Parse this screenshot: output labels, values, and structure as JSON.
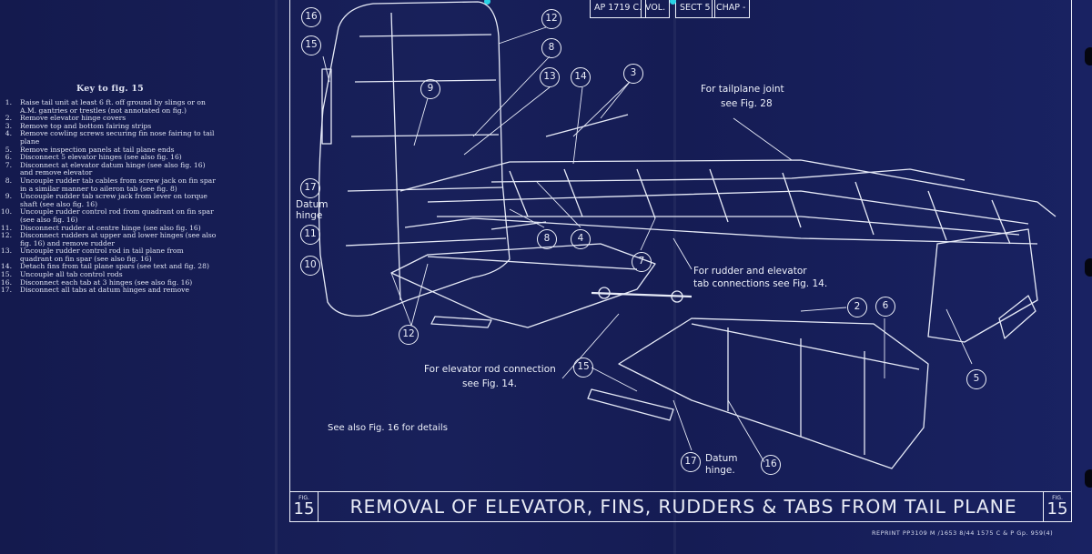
{
  "key": {
    "title": "Key to fig. 15",
    "items": [
      {
        "num": "1.",
        "text": "Raise tail unit at least 6 ft. off ground by slings or on A.M. gantries or trestles (not annotated on fig.)"
      },
      {
        "num": "2.",
        "text": "Remove elevator hinge covers"
      },
      {
        "num": "3.",
        "text": "Remove top and bottom fairing strips"
      },
      {
        "num": "4.",
        "text": "Remove cowling screws securing fin nose fairing to tail plane"
      },
      {
        "num": "5.",
        "text": "Remove inspection panels at tail plane ends"
      },
      {
        "num": "6.",
        "text": "Disconnect 5 elevator hinges (see also fig. 16)"
      },
      {
        "num": "7.",
        "text": "Disconnect at elevator datum hinge (see also fig. 16) and remove elevator"
      },
      {
        "num": "8.",
        "text": "Uncouple rudder tab cables from screw jack on fin spar in a similar manner to aileron tab (see fig. 8)"
      },
      {
        "num": "9.",
        "text": "Uncouple rudder tab screw jack from lever on torque shaft (see also fig. 16)"
      },
      {
        "num": "10.",
        "text": "Uncouple rudder control rod from quadrant on fin spar (see also fig. 16)"
      },
      {
        "num": "11.",
        "text": "Disconnect rudder at centre hinge (see also fig. 16)"
      },
      {
        "num": "12.",
        "text": "Disconnect rudders at upper and lower hinges (see also fig. 16) and remove rudder"
      },
      {
        "num": "13.",
        "text": "Uncouple rudder control rod in tail plane from quadrant on fin spar (see also fig. 16)"
      },
      {
        "num": "14.",
        "text": "Detach fins from tail plane spars (see text and fig. 28)"
      },
      {
        "num": "15.",
        "text": "Uncouple all tab control rods"
      },
      {
        "num": "16.",
        "text": "Disconnect each tab at 3 hinges (see also fig. 16)"
      },
      {
        "num": "17.",
        "text": "Disconnect all tabs at datum hinges and remove"
      }
    ]
  },
  "header_refs": [
    "AP 1719 C.",
    "VOL.",
    "SECT 5",
    "CHAP -"
  ],
  "title": "REMOVAL OF ELEVATOR, FINS, RUDDERS & TABS FROM TAIL PLANE",
  "fig_label": "FIG.",
  "fig_number": "15",
  "reprint": "REPRINT   PP3109   M      /1653   8/44   1575   C & P   Gp. 959(4)",
  "annotations": {
    "tailplane_joint": "For tailplane joint",
    "tailplane_joint_ref": "see Fig. 28",
    "rudder_tab": "For rudder and elevator",
    "rudder_tab_ref": "tab connections see Fig. 14.",
    "elevator_rod": "For elevator rod connection",
    "elevator_rod_ref": "see Fig. 14.",
    "see_also": "See also Fig. 16 for details",
    "datum_hinge_left_1": "Datum",
    "datum_hinge_left_2": "hinge",
    "datum_hinge_right_1": "Datum",
    "datum_hinge_right_2": "hinge."
  },
  "callouts": [
    "16",
    "15",
    "12",
    "8",
    "13",
    "14",
    "3",
    "9",
    "17",
    "11",
    "10",
    "8",
    "4",
    "7",
    "12",
    "2",
    "6",
    "15",
    "5",
    "17",
    "16"
  ],
  "colors": {
    "paper": "#151c52",
    "ink": "#eef1fa",
    "pin": "#28d3e6"
  }
}
